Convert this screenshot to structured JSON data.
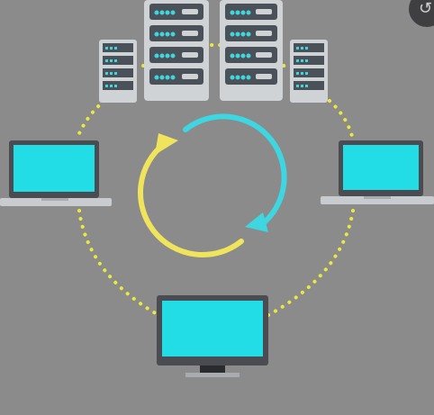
{
  "colors": {
    "background": "#8b8b8b",
    "screen": "#22dde6",
    "device_frame": "#4a4c52",
    "laptop_base": "#c9cccf",
    "server_body": "#d0d3d6",
    "server_slot": "#4b5158",
    "server_led": "#3fd6dc",
    "connector": "#eaea3c",
    "cycle_arrow_blue": "#3ed6e0",
    "cycle_arrow_yellow": "#f0e45c"
  },
  "icons": {
    "server_rack": "server-icon",
    "laptop": "laptop-icon",
    "monitor": "desktop-monitor-icon",
    "sync": "sync-cycle-icon",
    "corner": "share-icon"
  },
  "nodes": {
    "servers": 4,
    "laptops": 2,
    "monitors": 1
  }
}
